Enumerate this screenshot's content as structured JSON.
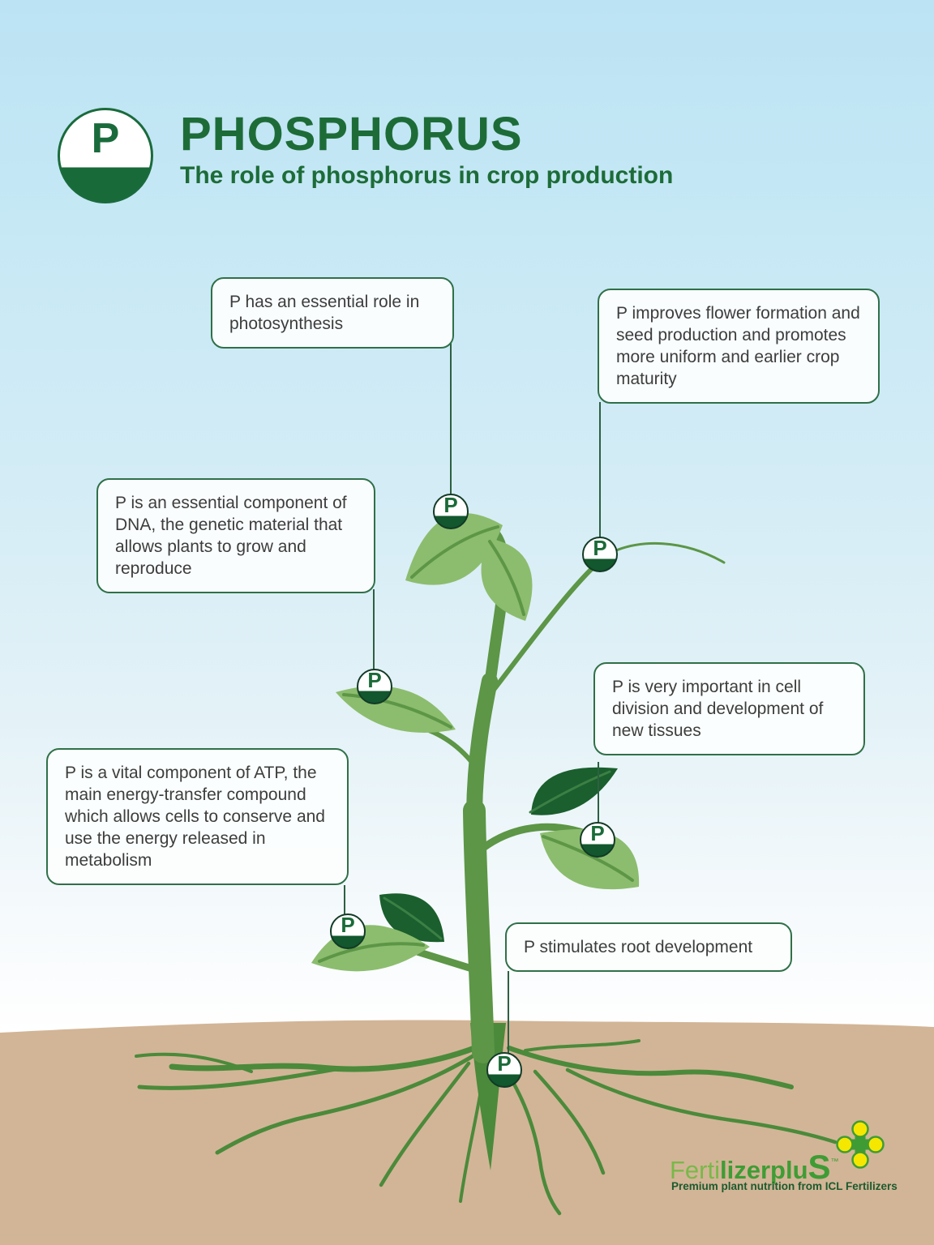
{
  "header": {
    "symbol": "P",
    "title": "PHOSPHORUS",
    "subtitle": "The role of phosphorus in crop production"
  },
  "callouts": [
    {
      "id": "photosynthesis",
      "text": "P has an essential role in photosynthesis"
    },
    {
      "id": "flower-seed",
      "text": "P improves flower formation and seed production and promotes more uniform and earlier crop maturity"
    },
    {
      "id": "dna",
      "text": "P is an essential component of DNA, the genetic material that allows plants to grow and reproduce"
    },
    {
      "id": "cell-division",
      "text": "P is very important in cell division and development of new tissues"
    },
    {
      "id": "atp",
      "text": "P is a vital component of ATP, the main energy-transfer compound which allows cells to conserve and use the energy released in metabolism"
    },
    {
      "id": "root-development",
      "text": "P stimulates root development"
    }
  ],
  "markers": {
    "label": "P"
  },
  "footer": {
    "brand_light": "Ferti",
    "brand_bold": "lizerplu",
    "brand_s": "S",
    "trademark": "™",
    "tagline": "Premium plant nutrition from ICL Fertilizers"
  },
  "colors": {
    "dark_green": "#1d6c38",
    "callout_border": "#2f7048",
    "stem_green": "#5c9646",
    "light_leaf": "#8cbd6e",
    "dark_leaf": "#1a5f2d",
    "root_green": "#4b8a3b",
    "soil": "#d2b596",
    "sky": "#bce3f4",
    "brand_green": "#3f9c35",
    "brand_yellow": "#f6e700"
  }
}
